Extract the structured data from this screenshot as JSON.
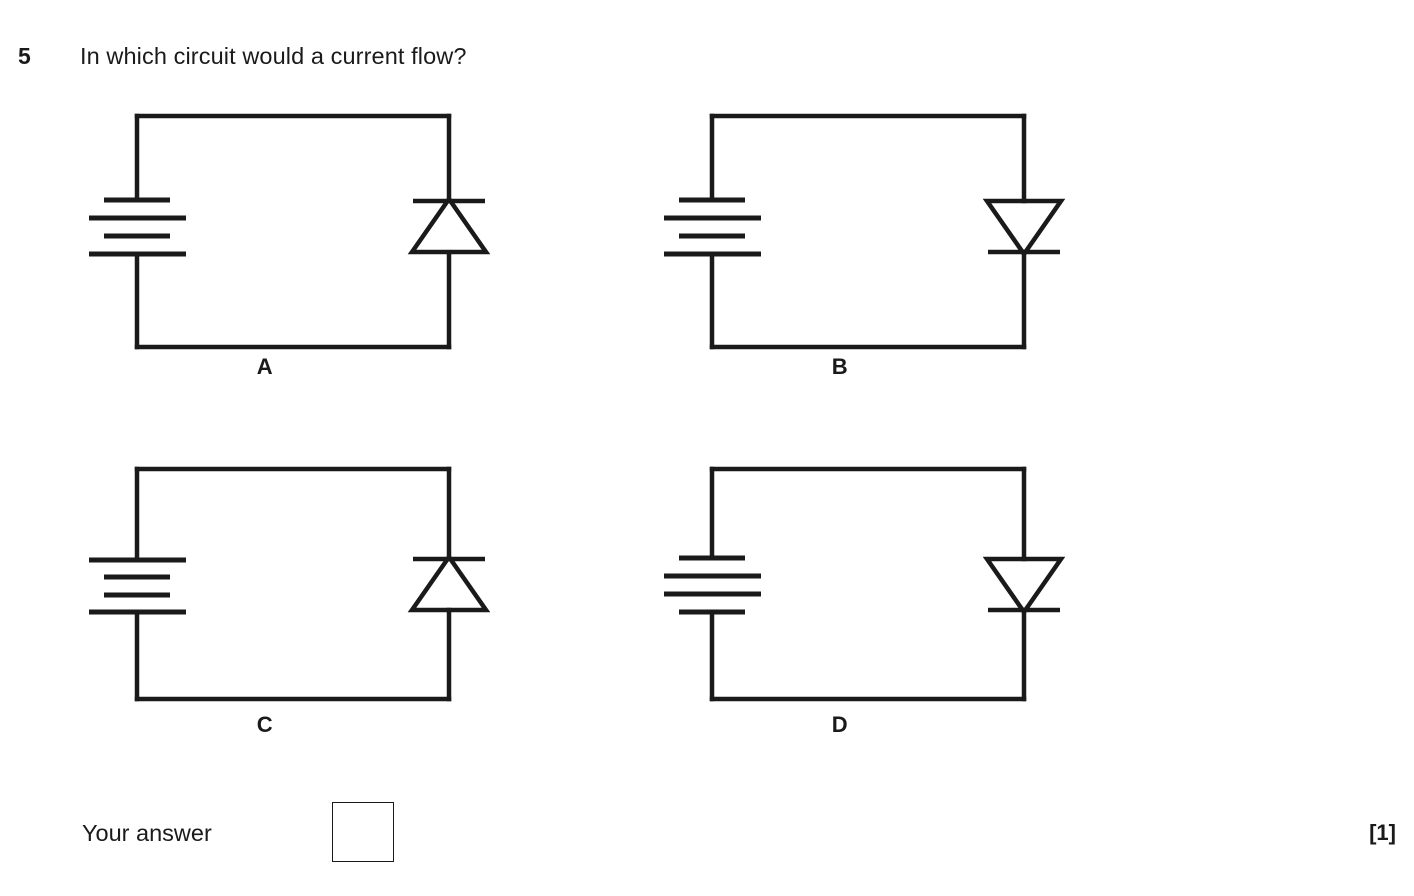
{
  "question": {
    "number": "5",
    "text": "In which circuit would a current flow?"
  },
  "circuits": [
    {
      "label": "A",
      "battery": {
        "plates": [
          "short",
          "long",
          "short",
          "long"
        ]
      },
      "diode": {
        "direction": "up",
        "bar_position": "top"
      }
    },
    {
      "label": "B",
      "battery": {
        "plates": [
          "short",
          "long",
          "short",
          "long"
        ]
      },
      "diode": {
        "direction": "down",
        "bar_position": "bottom"
      }
    },
    {
      "label": "C",
      "battery": {
        "plates": [
          "long",
          "short",
          "short",
          "long"
        ]
      },
      "diode": {
        "direction": "up",
        "bar_position": "top"
      }
    },
    {
      "label": "D",
      "battery": {
        "plates": [
          "short",
          "long",
          "long",
          "short"
        ]
      },
      "diode": {
        "direction": "down",
        "bar_position": "bottom"
      }
    }
  ],
  "answer": {
    "label": "Your answer",
    "value": "",
    "marks": "[1]"
  },
  "colors": {
    "ink": "#1a1a1a",
    "page": "#ffffff"
  }
}
